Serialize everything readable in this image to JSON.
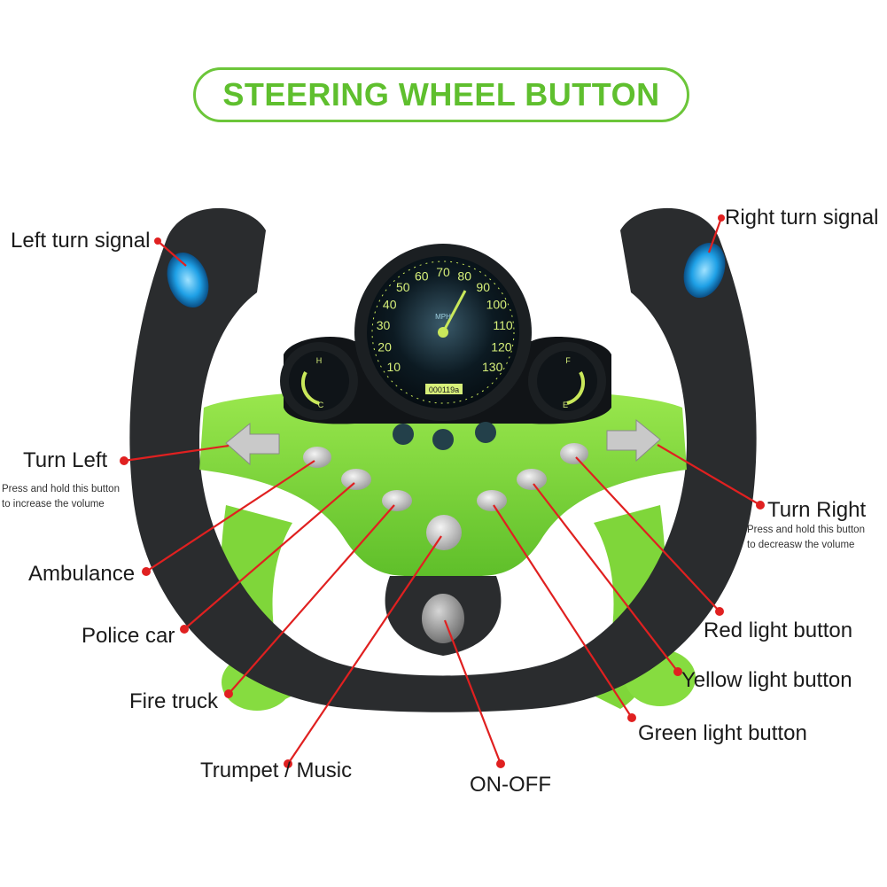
{
  "title": "STEERING WHEEL BUTTON",
  "labels": {
    "left_turn_signal": "Left turn signal",
    "right_turn_signal": "Right turn signal",
    "turn_left": "Turn Left",
    "turn_left_note_1": "Press and hold this button",
    "turn_left_note_2": "to increase the volume",
    "turn_right": "Turn Right",
    "turn_right_note_1": "Press and hold this button",
    "turn_right_note_2": "to decreasw the volume",
    "ambulance": "Ambulance",
    "police_car": "Police car",
    "fire_truck": "Fire truck",
    "trumpet_music": "Trumpet / Music",
    "on_off": "ON-OFF",
    "red_light": "Red light button",
    "yellow_light": "Yellow light button",
    "green_light": "Green light button"
  },
  "speedometer": {
    "ticks_outer": [
      "10",
      "20",
      "30",
      "40",
      "50",
      "60",
      "70",
      "80",
      "90",
      "100",
      "110",
      "120",
      "130"
    ],
    "unit": "MPH",
    "odometer": "000119a"
  },
  "gauges": {
    "temp_top": "H",
    "temp_bottom": "C",
    "fuel_top": "F",
    "fuel_bottom": "E"
  },
  "colors": {
    "accent_green": "#6cc63a",
    "body_green": "#7fd63a",
    "grip_black": "#2a2c2e",
    "callout_red": "#e02020",
    "signal_blue": "#1ea0e6"
  }
}
